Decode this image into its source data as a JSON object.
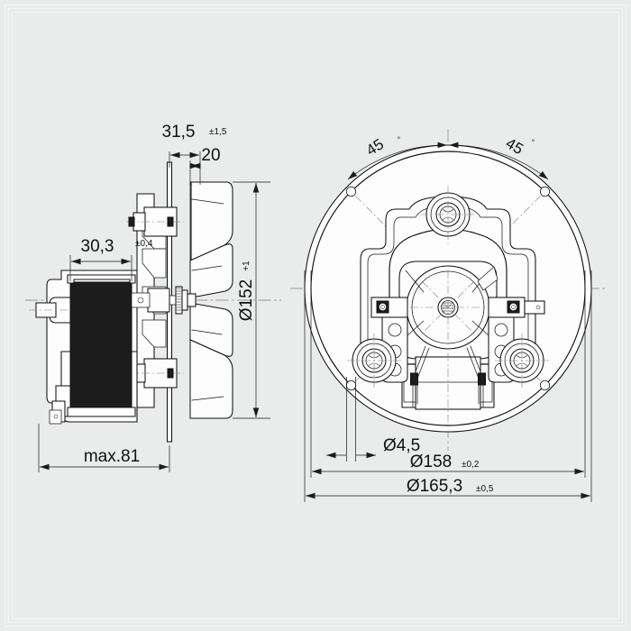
{
  "drawing": {
    "title": "Centrifugal fan motor assembly drawing",
    "background_color": "#eaecec",
    "line_color": "#111111",
    "motor_body_color": "#1c1c1c",
    "views": [
      {
        "name": "side-elevation-view",
        "position": "left"
      },
      {
        "name": "front-circular-view",
        "position": "right"
      }
    ]
  },
  "dimensions": {
    "side_view": {
      "depth_total": {
        "value": "31,5",
        "tolerance": "±1,5",
        "label": "31,5"
      },
      "blade_width": {
        "value": "20",
        "tolerance": "",
        "label": "20"
      },
      "motor_width": {
        "value": "30,3",
        "tolerance": "±0,4",
        "label": "30,3"
      },
      "impeller_diameter": {
        "value": "Ø152",
        "tolerance": "+1",
        "label": "Ø152"
      },
      "overall_length": {
        "value": "max.81",
        "tolerance": "",
        "label": "max.81"
      }
    },
    "front_view": {
      "angle_left": {
        "value": "45",
        "unit": "°",
        "label": "45"
      },
      "angle_right": {
        "value": "45",
        "unit": "°",
        "label": "45"
      },
      "hole_diameter": {
        "value": "Ø4,5",
        "tolerance": "",
        "label": "Ø4,5"
      },
      "bolt_circle": {
        "value": "Ø158",
        "tolerance": "±0,2",
        "label": "Ø158"
      },
      "outer_diameter": {
        "value": "Ø165,3",
        "tolerance": "±0,5",
        "label": "Ø165,3"
      }
    }
  }
}
